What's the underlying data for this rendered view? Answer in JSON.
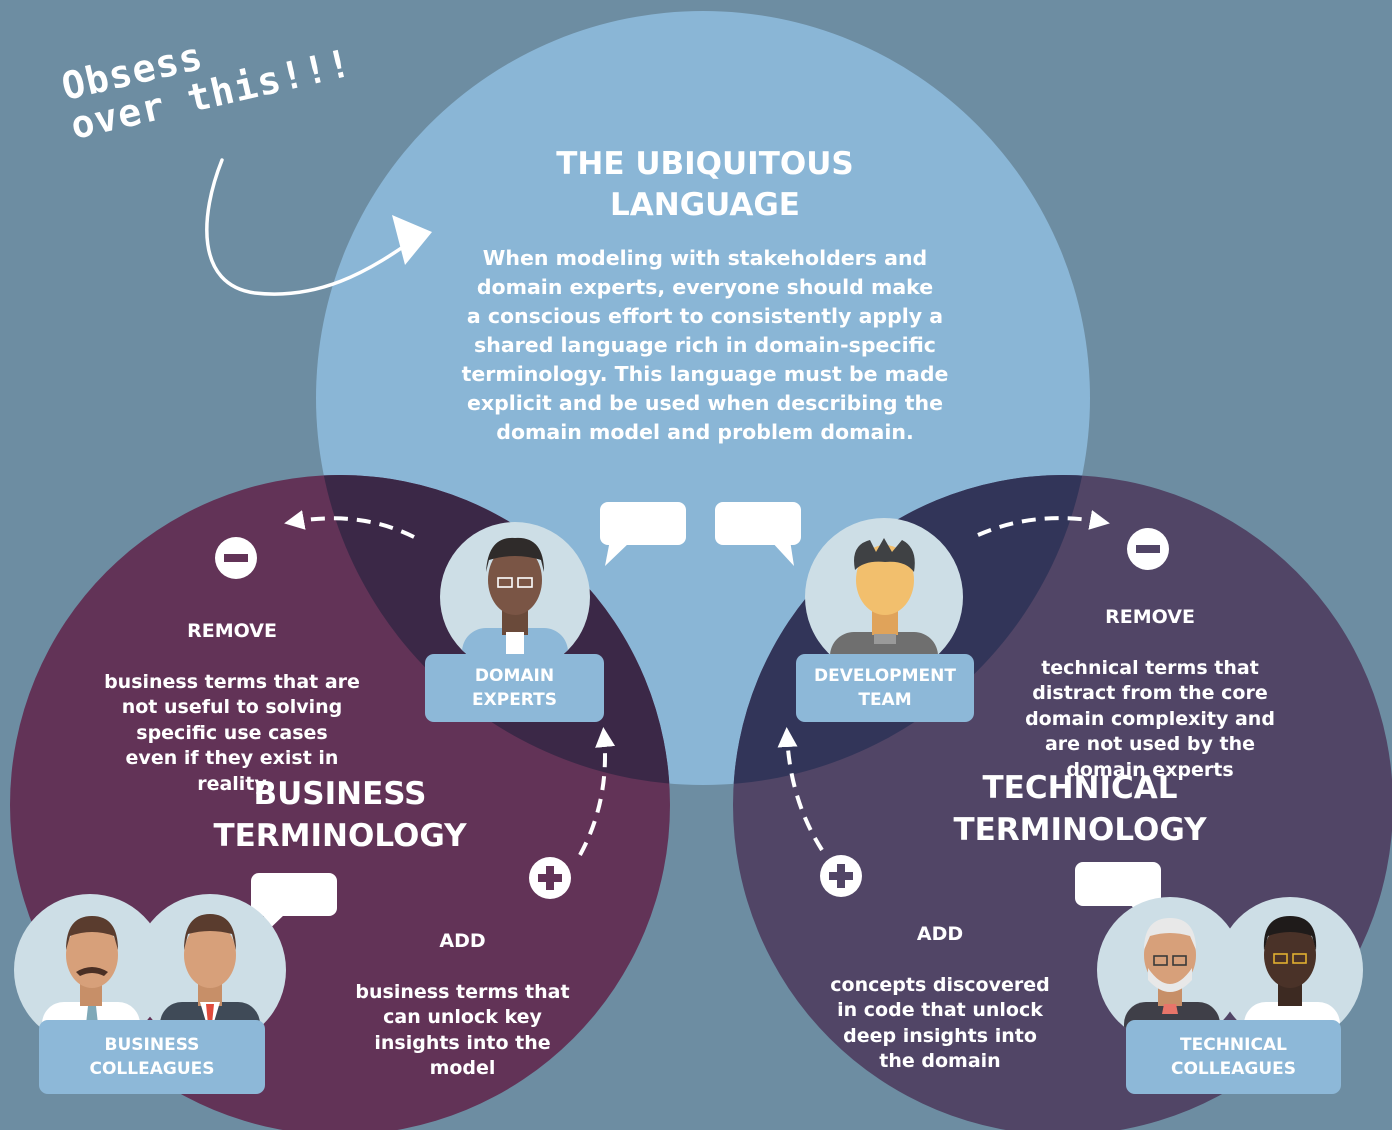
{
  "handwritten_note": "Obsess\nover this!!!",
  "ubiquitous_language": {
    "title": "THE UBIQUITOUS\nLANGUAGE",
    "body": "When modeling with stakeholders and\ndomain experts, everyone should make\na conscious effort to consistently apply a\nshared language rich in domain-specific\nterminology. This language must be made\nexplicit and be used when describing the\ndomain model and problem domain."
  },
  "business": {
    "title": "BUSINESS\nTERMINOLOGY",
    "remove_head": "REMOVE",
    "remove_text": "business terms that are\nnot useful to solving\nspecific use cases\neven if they exist in\nreality",
    "add_head": "ADD",
    "add_text": "business terms that\ncan unlock key\ninsights into the\nmodel"
  },
  "technical": {
    "title": "TECHNICAL\nTERMINOLOGY",
    "remove_head": "REMOVE",
    "remove_text": "technical terms that\ndistract from the core\ndomain complexity and\nare not used by the\ndomain experts",
    "add_head": "ADD",
    "add_text": "concepts discovered\nin code that unlock\ndeep insights into\nthe domain"
  },
  "labels": {
    "domain_experts": "DOMAIN\nEXPERTS",
    "development_team": "DEVELOPMENT\nTEAM",
    "business_colleagues": "BUSINESS\nCOLLEAGUES",
    "technical_colleagues": "TECHNICAL\nCOLLEAGUES"
  },
  "colors": {
    "background": "#6d8da2",
    "ubiquitous_circle": "#8ab6d6",
    "business_circle": "#623357",
    "technical_circle": "#514566",
    "overlap_business": "#3b2847",
    "overlap_technical": "#323559",
    "label_fill": "#8db8d8",
    "text": "#ffffff"
  },
  "icons": [
    "minus-circle-icon",
    "plus-circle-icon",
    "speech-bubble-icon",
    "dashed-arrow-icon",
    "person-avatar-icon"
  ]
}
